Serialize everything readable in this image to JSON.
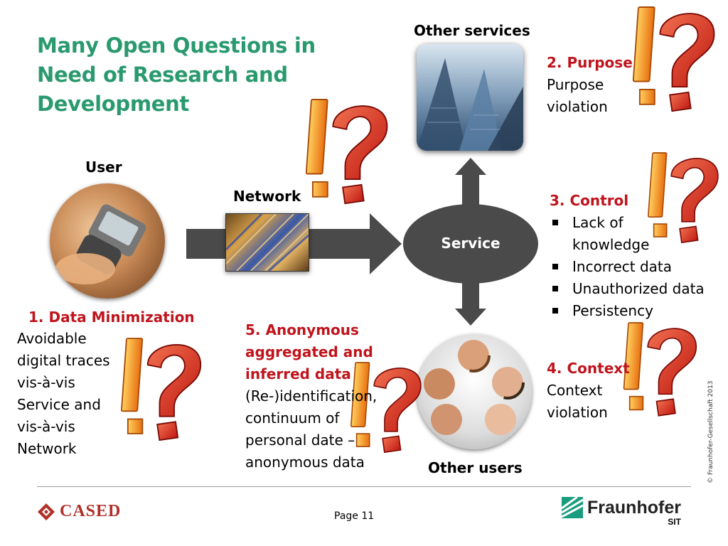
{
  "title": "Many Open Questions in Need of Research and Development",
  "labels": {
    "user": "User",
    "network": "Network",
    "service": "Service",
    "other_services": "Other services",
    "other_users": "Other users"
  },
  "sections": {
    "data_minimization": {
      "heading": "1. Data Minimization",
      "lines": [
        "Avoidable",
        "digital traces",
        "vis-à-vis",
        "Service and",
        "vis-à-vis",
        "Network"
      ]
    },
    "purpose": {
      "heading": "2. Purpose",
      "lines": [
        "Purpose",
        "violation"
      ]
    },
    "control": {
      "heading": "3. Control",
      "bullets": [
        "Lack of knowledge",
        "Incorrect data",
        "Unauthorized data",
        "Persistency"
      ]
    },
    "context": {
      "heading": "4. Context",
      "lines": [
        "Context",
        "violation"
      ]
    },
    "anonymous": {
      "heading_lines": [
        "5. Anonymous",
        "aggregated and",
        "inferred data"
      ],
      "lines": [
        "(Re-)identification,",
        "continuum of",
        "personal date –",
        "anonymous data"
      ]
    }
  },
  "footer": {
    "page": "Page 11",
    "cased_logo": "CASED",
    "fraunhofer_logo": "Fraunhofer",
    "fraunhofer_sub": "SIT",
    "copyright": "© Fraunhofer-Gesellschaft 2013"
  },
  "colors": {
    "title_green": "#2a9a6e",
    "heading_red": "#c0141c",
    "arrow_gray": "#4a4a4a",
    "question_red": "#d42a20",
    "exclaim_orange": "#f08a1c",
    "fraunhofer_green": "#179c7d",
    "cased_red": "#b0302a"
  }
}
